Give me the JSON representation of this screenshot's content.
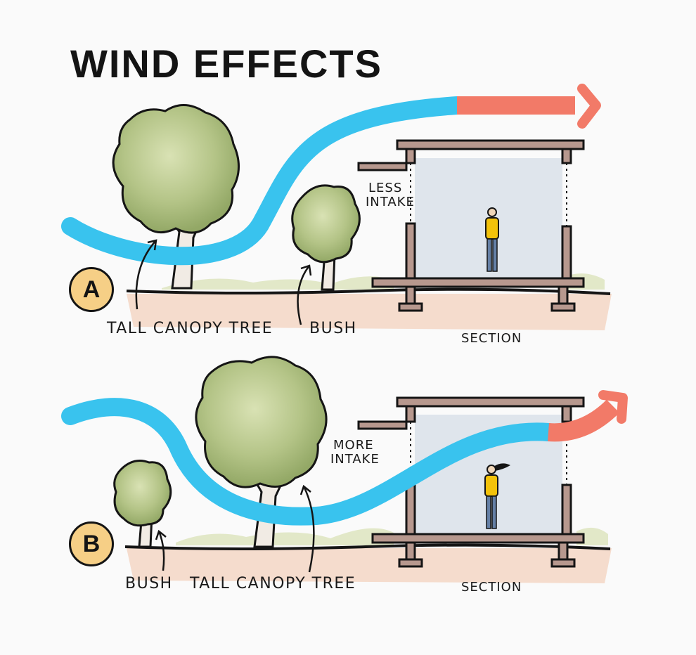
{
  "title": "WIND EFFECTS",
  "panel_a": {
    "letter": "A",
    "tree_label": "TALL CANOPY TREE",
    "bush_label": "BUSH",
    "intake_line1": "LESS",
    "intake_line2": "INTAKE",
    "section_label": "SECTION"
  },
  "panel_b": {
    "letter": "B",
    "tree_label": "TALL CANOPY TREE",
    "bush_label": "BUSH",
    "intake_line1": "MORE",
    "intake_line2": "INTAKE",
    "section_label": "SECTION"
  },
  "colors": {
    "wind_blue": "#39c3ee",
    "wind_red": "#f27a68",
    "foliage": "#b7c68a",
    "ground": "#f3d2be",
    "badge": "#f6cf86"
  }
}
